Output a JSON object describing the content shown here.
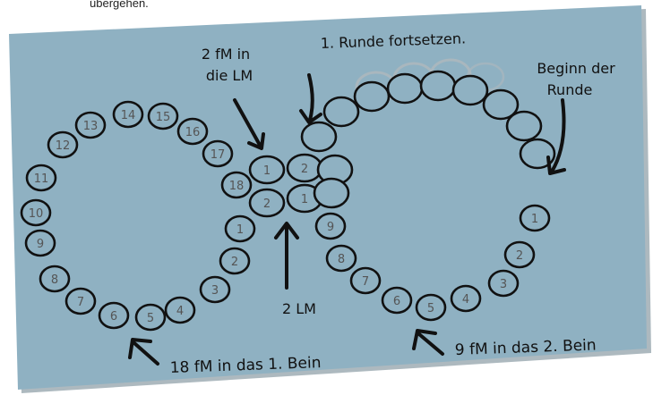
{
  "caption_text": "übergehen.",
  "colors": {
    "panel": "#8fb1c2",
    "panel_shadow": "#6a7f8a",
    "ink": "#111111",
    "ghost": "#a9b7be",
    "number": "#555555"
  },
  "labels": {
    "two_sc_in_chain": [
      "2 fM in",
      "die LM"
    ],
    "continue_round": "1. Runde fortsetzen.",
    "round_start": [
      "Beginn der",
      "Runde"
    ],
    "two_chains": "2 LM",
    "leg_one": "18 fM in das 1. Bein",
    "leg_two": "9 fM in das 2. Bein"
  },
  "left_loop": {
    "stitch_numbers": [
      "1",
      "2",
      "3",
      "4",
      "5",
      "6",
      "7",
      "8",
      "9",
      "10",
      "11",
      "12",
      "13",
      "14",
      "15",
      "16",
      "17",
      "18"
    ]
  },
  "center_knot": {
    "stitch_numbers": [
      "1",
      "2",
      "2",
      "1"
    ]
  },
  "right_loop": {
    "stitch_numbers": [
      "1",
      "2",
      "3",
      "4",
      "5",
      "6",
      "7",
      "8",
      "9"
    ]
  },
  "icons": [
    "arrow-icon"
  ]
}
